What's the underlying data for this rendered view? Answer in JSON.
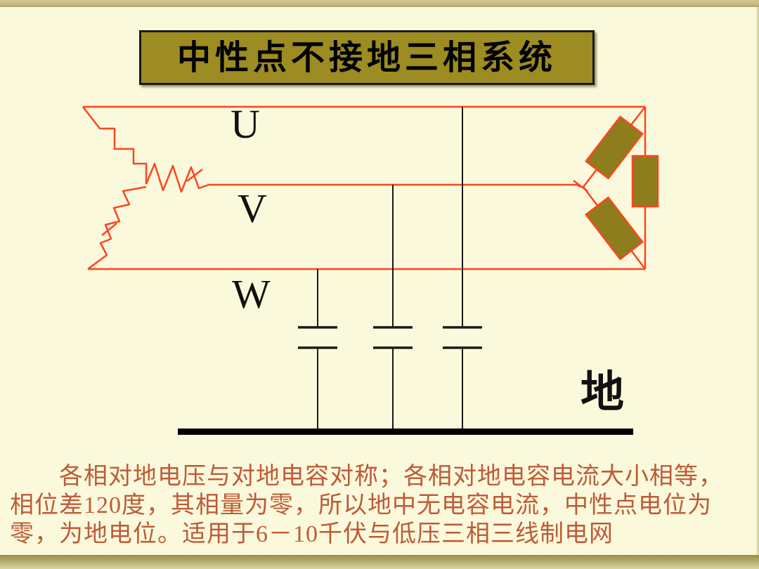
{
  "slide": {
    "title": "中性点不接地三相系统",
    "phase_labels": {
      "u": "U",
      "v": "V",
      "w": "W"
    },
    "ground_label": "地",
    "body_lines": [
      "各相对地电压与对地电容对称；各相对地电容电流大小相等，",
      "相位差120度，其相量为零，所以地中无电容电流，中性点电位为",
      "零，为地电位。适用于6－10千伏与低压三相三线制电网"
    ],
    "colors": {
      "background": "#FBF9DC",
      "edge_bar": "#C7BB81",
      "title_fill": "#9C8C21",
      "circuit_red": "#FF4420",
      "circuit_black": "#1a1a1a",
      "load_fill": "#8D7D1D",
      "body_text": "#BE5B38"
    }
  }
}
